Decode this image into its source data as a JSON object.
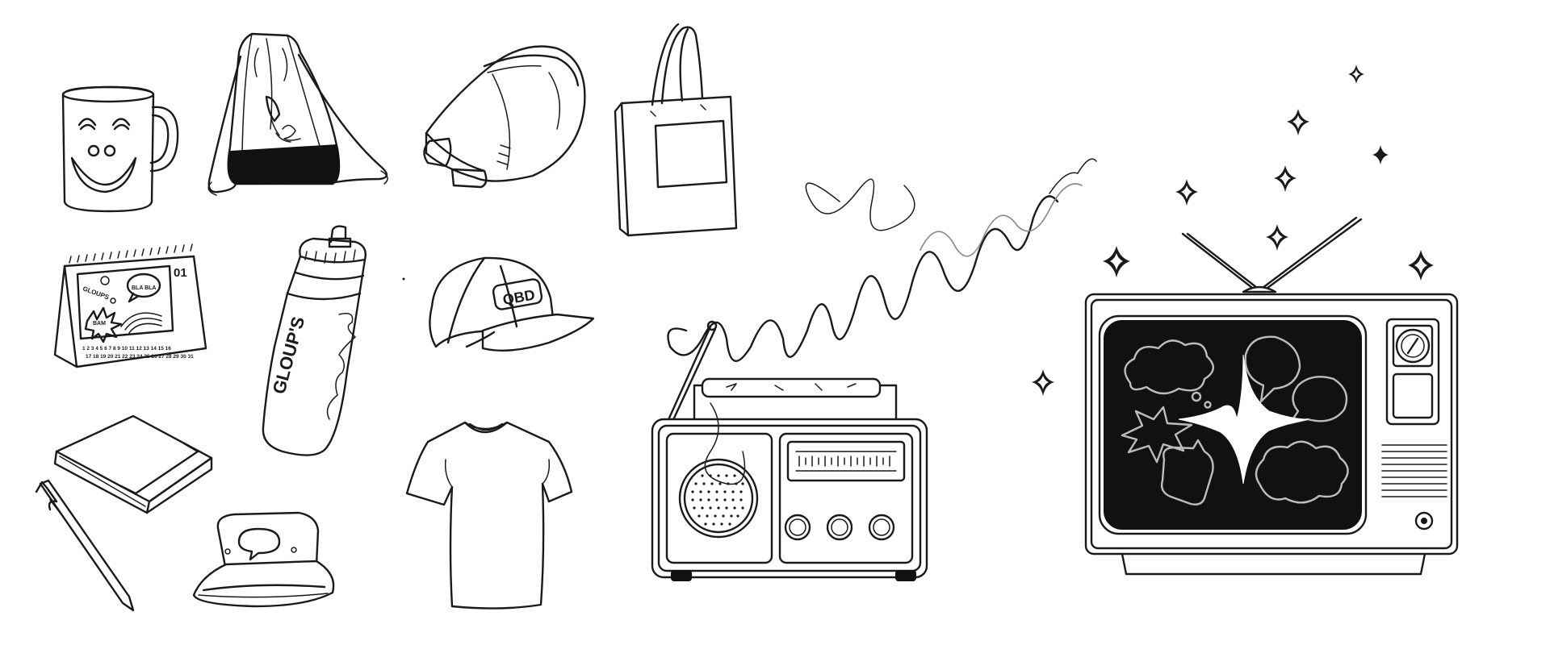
{
  "illustration": {
    "style": "black ink line drawing on white",
    "colors": {
      "ink": "#1a1a1a",
      "background": "#ffffff",
      "screen": "#111111",
      "screen_lines": "#bdbdbd"
    },
    "items": [
      {
        "name": "mug-icon"
      },
      {
        "name": "drawstring-bag-icon"
      },
      {
        "name": "fanny-pack-icon"
      },
      {
        "name": "tote-bag-icon"
      },
      {
        "name": "desk-calendar-icon"
      },
      {
        "name": "water-bottle-icon"
      },
      {
        "name": "cap-icon"
      },
      {
        "name": "notebook-icon"
      },
      {
        "name": "pen-icon"
      },
      {
        "name": "bucket-hat-icon"
      },
      {
        "name": "t-shirt-icon"
      },
      {
        "name": "radio-icon"
      },
      {
        "name": "television-icon"
      },
      {
        "name": "sparkle-icon"
      }
    ]
  },
  "texts": {
    "calendar_day": "01",
    "calendar_bubble": "BLA BLA",
    "calendar_brand": "GLOUPS",
    "calendar_burst": "BAM",
    "calendar_numbers_row1": "1 2 3 4 5 6 7 8 9 10 11 12 13 14 15 16",
    "calendar_numbers_row2": "17 18 19 20 21 22 23 24 25 26 27 28 29 30 31",
    "bottle_brand": "GLOUP'S",
    "cap_logo": "QBD"
  }
}
